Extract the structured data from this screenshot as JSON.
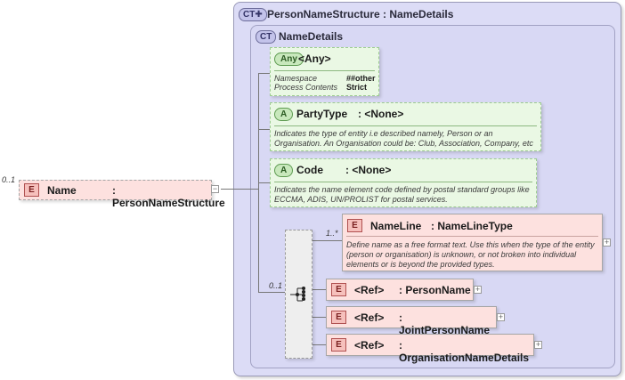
{
  "root_element": {
    "cardinality": "0..1",
    "badge": "E",
    "name": "Name",
    "type": ": PersonNameStructure",
    "toggle": "−"
  },
  "outer_type": {
    "badge": "CT",
    "title": "PersonNameStructure : NameDetails"
  },
  "inner_type": {
    "badge": "CT",
    "title": "NameDetails"
  },
  "any_box": {
    "badge": "Any",
    "title": "<Any>",
    "rows": [
      {
        "label": "Namespace",
        "value": "##other"
      },
      {
        "label": "Process Contents",
        "value": "Strict"
      }
    ]
  },
  "attributes": [
    {
      "badge": "A",
      "name": "PartyType",
      "type": ": <None>",
      "doc_lines": [
        "Indicates the type of entity i.e described namely, Person or an",
        "Organisation. An Organisation could be: Club, Association, Company, etc"
      ]
    },
    {
      "badge": "A",
      "name": "Code",
      "type": ": <None>",
      "doc_lines": [
        "Indicates the name element code defined by postal standard groups like",
        "ECCMA, ADIS, UN/PROLIST for postal services."
      ]
    }
  ],
  "sequence": {
    "cardinality": "0..1"
  },
  "children": [
    {
      "cardinality": "1..*",
      "badge": "E",
      "name": "NameLine",
      "type": ": NameLineType",
      "doc_lines": [
        "Define name as a free format text. Use this when the type of the entity",
        "(person or organisation) is unknown, or not broken into individual",
        "elements or is beyond the provided types."
      ],
      "toggle": "+"
    },
    {
      "badge": "E",
      "ref": "<Ref>",
      "name": ": PersonName",
      "toggle": "+"
    },
    {
      "badge": "E",
      "ref": "<Ref>",
      "name": ": JointPersonName",
      "toggle": "+"
    },
    {
      "badge": "E",
      "ref": "<Ref>",
      "name": ": OrganisationNameDetails",
      "toggle": "+"
    }
  ]
}
